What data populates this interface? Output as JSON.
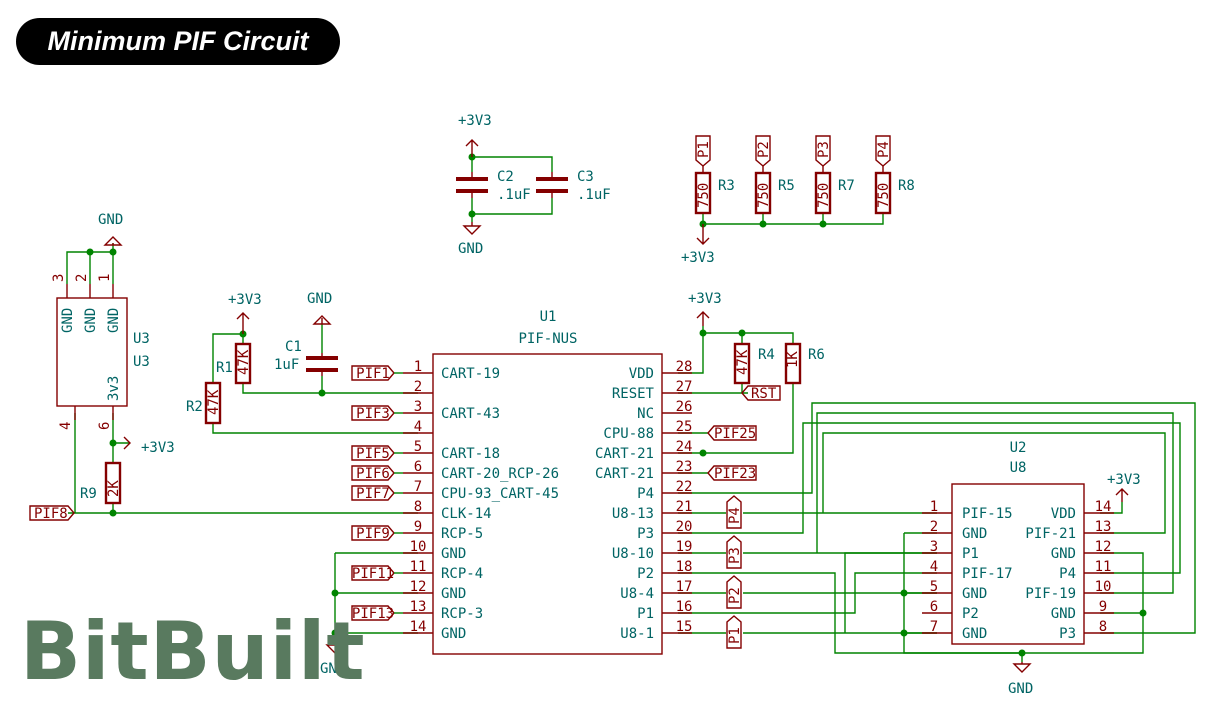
{
  "title": "Minimum PIF Circuit",
  "logo": "BitBuilt",
  "colors": {
    "wire": "#008400",
    "body": "#840000",
    "label": "#006464",
    "text": "#840000",
    "junction": "#008400",
    "power": "#840000"
  },
  "u1": {
    "ref": "U1",
    "value": "PIF-NUS",
    "left_pins": [
      {
        "num": "1",
        "name": "CART-19",
        "net": "PIF1"
      },
      {
        "num": "2",
        "name": "",
        "net": ""
      },
      {
        "num": "3",
        "name": "CART-43",
        "net": "PIF3"
      },
      {
        "num": "4",
        "name": "",
        "net": ""
      },
      {
        "num": "5",
        "name": "CART-18",
        "net": "PIF5"
      },
      {
        "num": "6",
        "name": "CART-20_RCP-26",
        "net": "PIF6"
      },
      {
        "num": "7",
        "name": "CPU-93_CART-45",
        "net": "PIF7"
      },
      {
        "num": "8",
        "name": "CLK-14",
        "net": ""
      },
      {
        "num": "9",
        "name": "RCP-5",
        "net": "PIF9"
      },
      {
        "num": "10",
        "name": "GND",
        "net": ""
      },
      {
        "num": "11",
        "name": "RCP-4",
        "net": "PIF11"
      },
      {
        "num": "12",
        "name": "GND",
        "net": ""
      },
      {
        "num": "13",
        "name": "RCP-3",
        "net": "PIF13"
      },
      {
        "num": "14",
        "name": "GND",
        "net": ""
      }
    ],
    "right_pins": [
      {
        "num": "28",
        "name": "VDD"
      },
      {
        "num": "27",
        "name": "RESET"
      },
      {
        "num": "26",
        "name": "NC"
      },
      {
        "num": "25",
        "name": "CPU-88"
      },
      {
        "num": "24",
        "name": "CART-21"
      },
      {
        "num": "23",
        "name": "CART-21"
      },
      {
        "num": "22",
        "name": "P4"
      },
      {
        "num": "21",
        "name": "U8-13"
      },
      {
        "num": "20",
        "name": "P3"
      },
      {
        "num": "19",
        "name": "U8-10"
      },
      {
        "num": "18",
        "name": "P2"
      },
      {
        "num": "17",
        "name": "U8-4"
      },
      {
        "num": "16",
        "name": "P1"
      },
      {
        "num": "15",
        "name": "U8-1"
      }
    ]
  },
  "u2": {
    "ref": "U2",
    "value": "U8",
    "left_pins": [
      {
        "num": "1",
        "name": "PIF-15"
      },
      {
        "num": "2",
        "name": "GND"
      },
      {
        "num": "3",
        "name": "P1"
      },
      {
        "num": "4",
        "name": "PIF-17"
      },
      {
        "num": "5",
        "name": "GND"
      },
      {
        "num": "6",
        "name": "P2"
      },
      {
        "num": "7",
        "name": "GND"
      }
    ],
    "right_pins": [
      {
        "num": "14",
        "name": "VDD"
      },
      {
        "num": "13",
        "name": "PIF-21"
      },
      {
        "num": "12",
        "name": "GND"
      },
      {
        "num": "11",
        "name": "P4"
      },
      {
        "num": "10",
        "name": "PIF-19"
      },
      {
        "num": "9",
        "name": "GND"
      },
      {
        "num": "8",
        "name": "P3"
      }
    ]
  },
  "u3": {
    "ref": "U3",
    "value": "U3",
    "top_pins": [
      {
        "num": "3",
        "name": "GND"
      },
      {
        "num": "2",
        "name": "GND"
      },
      {
        "num": "1",
        "name": "GND"
      }
    ],
    "pin6_name": "3v3",
    "pin6": "6",
    "pin4": "4"
  },
  "resistors": {
    "r1": {
      "ref": "R1",
      "value": "47K"
    },
    "r2": {
      "ref": "R2",
      "value": "47K"
    },
    "r3": {
      "ref": "R3",
      "value": "750"
    },
    "r4": {
      "ref": "R4",
      "value": "47K"
    },
    "r5": {
      "ref": "R5",
      "value": "750"
    },
    "r6": {
      "ref": "R6",
      "value": "1K"
    },
    "r7": {
      "ref": "R7",
      "value": "750"
    },
    "r8": {
      "ref": "R8",
      "value": "750"
    },
    "r9": {
      "ref": "R9",
      "value": "2K"
    }
  },
  "capacitors": {
    "c1": {
      "ref": "C1",
      "value": "1uF"
    },
    "c2": {
      "ref": "C2",
      "value": ".1uF"
    },
    "c3": {
      "ref": "C3",
      "value": ".1uF"
    }
  },
  "power": {
    "vcc": "+3V3",
    "gnd": "GND"
  },
  "labels": {
    "pif8": "PIF8",
    "rst": "RST",
    "pif25": "PIF25",
    "pif23": "PIF23",
    "p1": "P1",
    "p2": "P2",
    "p3": "P3",
    "p4": "P4"
  }
}
